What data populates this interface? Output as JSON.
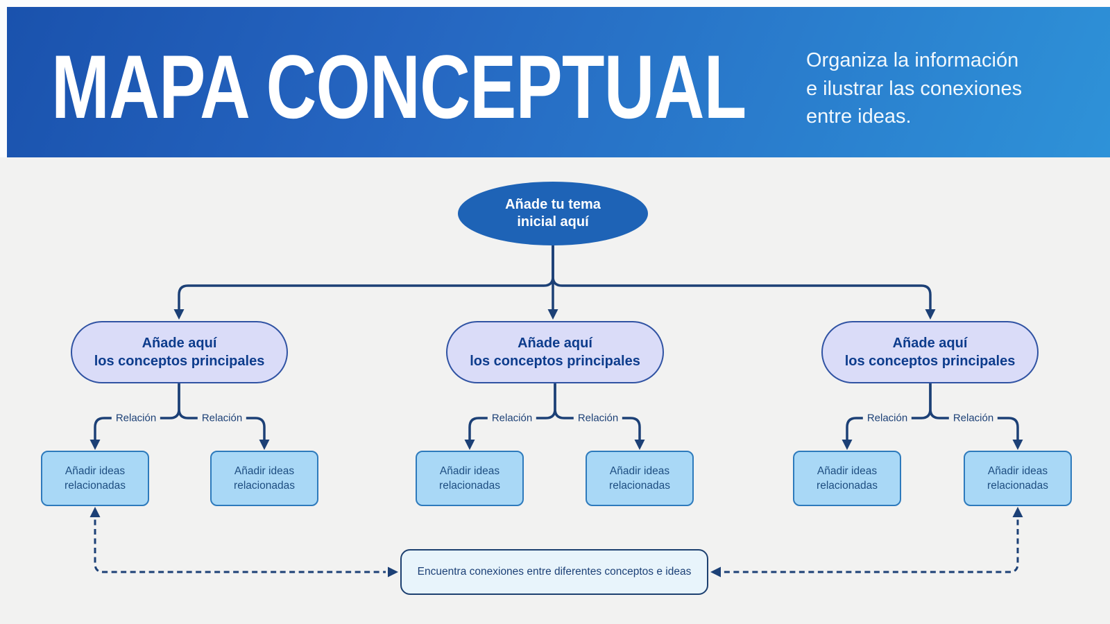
{
  "header": {
    "title": "MAPA CONCEPTUAL",
    "subtitle_lines": [
      "Organiza la información",
      "e ilustrar las conexiones",
      "entre ideas."
    ]
  },
  "diagram": {
    "root": {
      "line1": "Añade tu tema",
      "line2": "inicial aquí"
    },
    "main_concepts": [
      {
        "line1": "Añade aquí",
        "line2": "los conceptos principales"
      },
      {
        "line1": "Añade aquí",
        "line2": "los conceptos principales"
      },
      {
        "line1": "Añade aquí",
        "line2": "los conceptos principales"
      }
    ],
    "relation_label": "Relación",
    "ideas": [
      {
        "line1": "Añadir ideas",
        "line2": "relacionadas"
      },
      {
        "line1": "Añadir ideas",
        "line2": "relacionadas"
      },
      {
        "line1": "Añadir ideas",
        "line2": "relacionadas"
      },
      {
        "line1": "Añadir ideas",
        "line2": "relacionadas"
      },
      {
        "line1": "Añadir ideas",
        "line2": "relacionadas"
      },
      {
        "line1": "Añadir ideas",
        "line2": "relacionadas"
      }
    ],
    "connection_note": "Encuentra conexiones entre diferentes conceptos e ideas",
    "colors": {
      "banner_gradient_start": "#1a52ad",
      "banner_gradient_end": "#2e92d8",
      "body_background": "#f2f2f1",
      "root_fill": "#1e63b6",
      "concept_fill": "#dadcf8",
      "concept_border": "#3053a3",
      "concept_text": "#0d3c8c",
      "idea_fill": "#a9d8f6",
      "idea_border": "#2d7abc",
      "idea_text": "#1d4d80",
      "note_fill": "#e8f4fb",
      "connector_line": "#1c4076"
    }
  }
}
